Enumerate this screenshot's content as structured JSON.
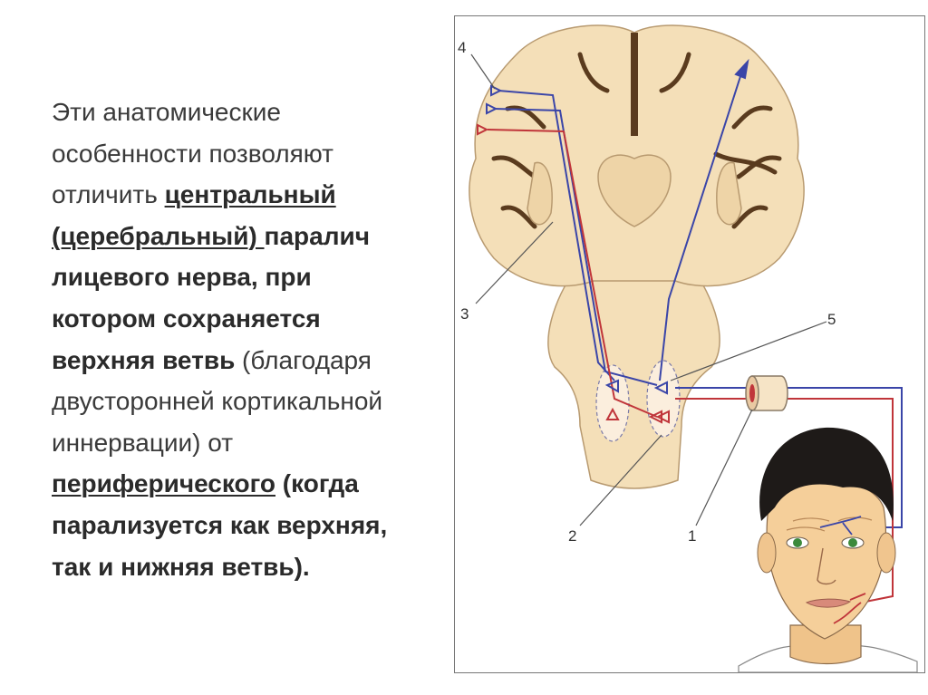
{
  "paragraph": {
    "line1": "Эти анатомические",
    "line2": "особенности позволяют",
    "line3_plain": "отличить ",
    "line3_bold": "центральный",
    "line4_bold": "(церебральный) ",
    "line4_rest": "паралич",
    "line5": "лицевого нерва, при",
    "line6": "котором сохраняется",
    "line7_bold": "верхняя ветвь",
    "line7_rest": " (благодаря",
    "line8": "двусторонней кортикальной",
    "line9": "иннервации) от",
    "line10_bold": "периферического",
    "line10_rest": " (когда",
    "line11": "парализуется как верхняя,",
    "line12": "так и нижняя ветвь)."
  },
  "diagram": {
    "callouts": [
      "1",
      "2",
      "3",
      "4",
      "5"
    ],
    "colors": {
      "brain_fill": "#f4dfb8",
      "brain_outline": "#b89a70",
      "sulcus": "#5a3b1e",
      "upper_pathway": "#3a45a8",
      "lower_pathway": "#c0353a",
      "skin": "#f5cf9a",
      "hair": "#1e1a18",
      "eyes": "#3c8a3c"
    }
  }
}
